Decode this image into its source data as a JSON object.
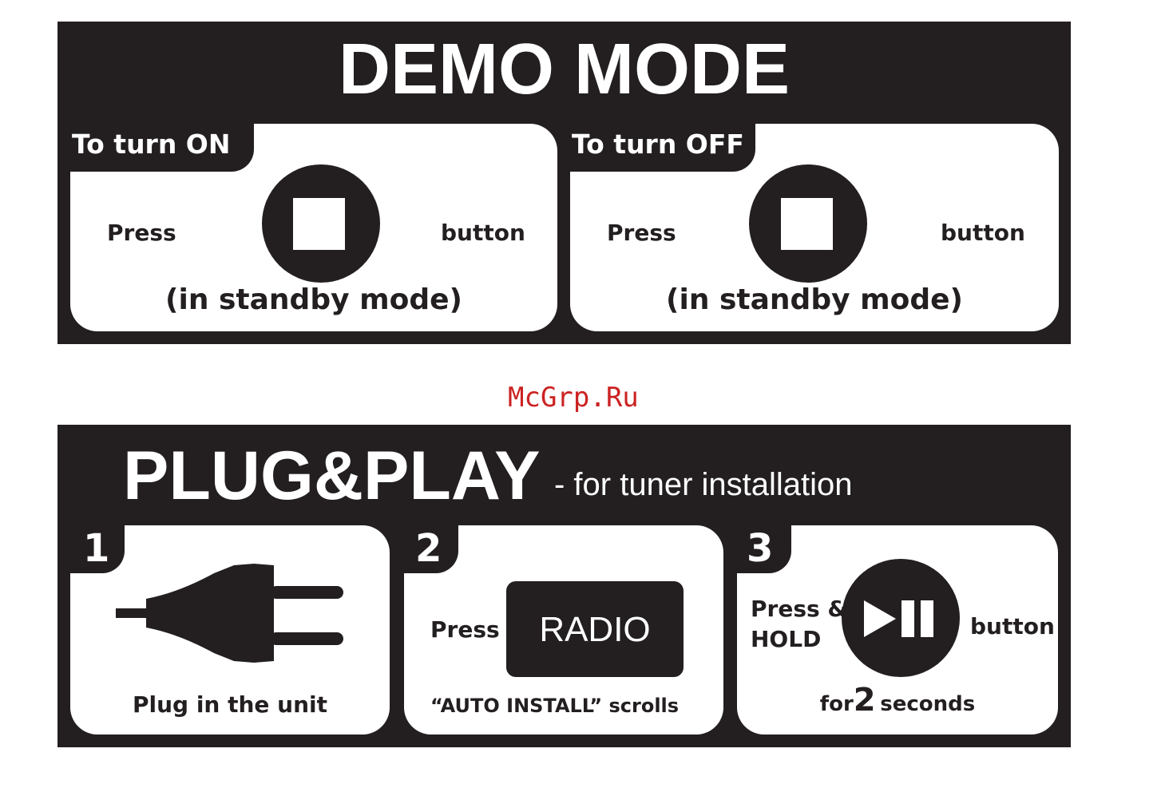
{
  "demo": {
    "title": "DEMO MODE",
    "on": {
      "tab": "To turn ON",
      "press": "Press",
      "button": "button",
      "note": "(in standby mode)",
      "icon": "stop-icon"
    },
    "off": {
      "tab": "To turn OFF",
      "press": "Press",
      "button": "button",
      "note": "(in standby mode)",
      "icon": "stop-icon"
    }
  },
  "watermark": "McGrp.Ru",
  "plug": {
    "title": "PLUG&PLAY",
    "subtitle": "- for tuner installation",
    "steps": [
      {
        "num": "1",
        "caption": "Plug in the unit",
        "icon": "power-plug-icon"
      },
      {
        "num": "2",
        "press": "Press",
        "key": "RADIO",
        "caption": "“AUTO INSTALL” scrolls"
      },
      {
        "num": "3",
        "press1": "Press &",
        "press2": "HOLD",
        "button": "button",
        "for": "for",
        "seconds_num": "2",
        "seconds": "seconds",
        "icon": "play-pause-icon"
      }
    ]
  },
  "colors": {
    "panel": "#231f20",
    "card": "#ffffff",
    "watermark": "#cc2222"
  }
}
